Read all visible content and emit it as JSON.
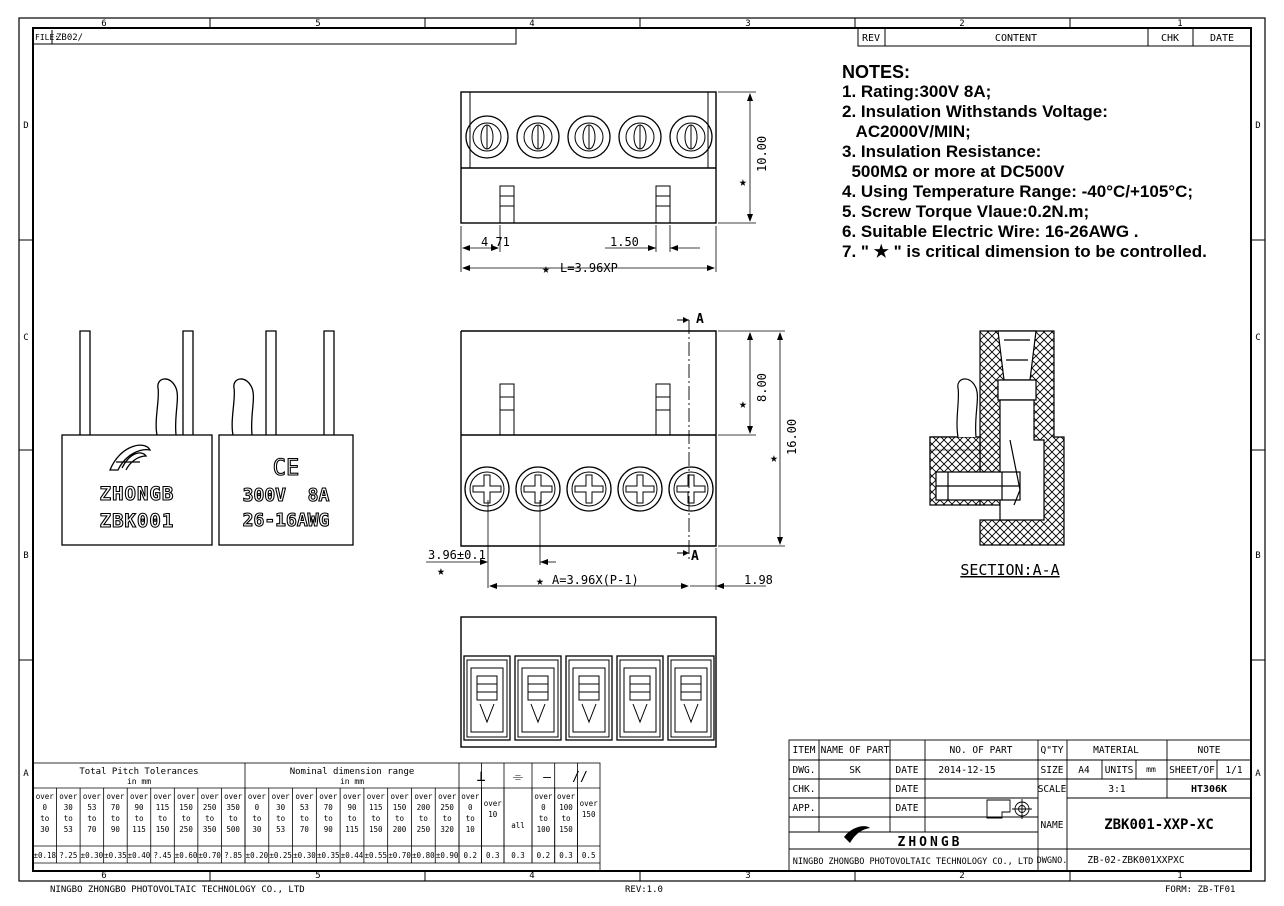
{
  "frame": {
    "columns": [
      "6",
      "5",
      "4",
      "3",
      "2",
      "1"
    ],
    "rows": [
      "D",
      "C",
      "B",
      "A"
    ]
  },
  "file_box": {
    "label": "FILE:",
    "value": "ZB02/"
  },
  "revision_block": {
    "rev": "REV",
    "content": "CONTENT",
    "chk": "CHK",
    "date": "DATE"
  },
  "notes": {
    "title": "NOTES:",
    "lines": [
      "1. Rating:300V 8A;",
      "2. Insulation Withstands Voltage:",
      "   AC2000V/MIN;",
      "3. Insulation Resistance:",
      "  500MΩ or more at DC500V",
      "4. Using Temperature Range: -40°C/+105°C;",
      "5. Screw Torque Vlaue:0.2N.m;",
      "6. Suitable Electric Wire: 16-26AWG .",
      "7. \" ★ \" is critical dimension to be controlled."
    ]
  },
  "top_view": {
    "height_dim": "10.00",
    "left_dim": "4.71",
    "latch_dim": "1.50",
    "length_dim": "L=3.96XP"
  },
  "front_view": {
    "section_mark": "A",
    "upper_dim": "8.00",
    "total_dim": "16.00",
    "pitch_dim": "3.96±0.1",
    "span_dim": "A=3.96X(P-1)",
    "edge_dim": "1.98"
  },
  "side_labels": {
    "brand": "ZHONGB",
    "model": "ZBK001",
    "ce": "CE",
    "rating": "300V  8A",
    "awg": "26-16AWG"
  },
  "section_label": "SECTION:A-A",
  "star": "★",
  "tolerance_table": {
    "pitch_title": "Total Pitch Tolerances",
    "pitch_unit": "in mm",
    "nominal_title": "Nominal dimension range",
    "nominal_unit": "in mm",
    "symbols": [
      "⊥",
      "⌯",
      "—",
      "//"
    ],
    "pitch_ranges": [
      [
        "over",
        "0",
        "to",
        "30"
      ],
      [
        "over",
        "30",
        "to",
        "53"
      ],
      [
        "over",
        "53",
        "to",
        "70"
      ],
      [
        "over",
        "70",
        "to",
        "90"
      ],
      [
        "over",
        "90",
        "to",
        "115"
      ],
      [
        "over",
        "115",
        "to",
        "150"
      ],
      [
        "over",
        "150",
        "to",
        "250"
      ],
      [
        "over",
        "250",
        "to",
        "350"
      ],
      [
        "over",
        "350",
        "to",
        "500"
      ]
    ],
    "pitch_values": [
      "±0.18",
      "?.25",
      "±0.30",
      "±0.35",
      "±0.40",
      "?.45",
      "±0.60",
      "±0.70",
      "?.85"
    ],
    "nominal_ranges": [
      [
        "over",
        "0",
        "to",
        "30"
      ],
      [
        "over",
        "30",
        "to",
        "53"
      ],
      [
        "over",
        "53",
        "to",
        "70"
      ],
      [
        "over",
        "70",
        "to",
        "90"
      ],
      [
        "over",
        "90",
        "to",
        "115"
      ],
      [
        "over",
        "115",
        "to",
        "150"
      ],
      [
        "over",
        "150",
        "to",
        "200"
      ],
      [
        "over",
        "200",
        "to",
        "250"
      ],
      [
        "over",
        "250",
        "to",
        "320"
      ]
    ],
    "nominal_values": [
      "±0.20",
      "±0.25",
      "±0.30",
      "±0.35",
      "±0.44",
      "±0.55",
      "±0.70",
      "±0.80",
      "±0.90"
    ],
    "geo_ranges": [
      [
        "over",
        "0",
        "to",
        "10"
      ],
      [
        "over",
        "10"
      ],
      [
        "all"
      ],
      [
        "over",
        "0",
        "to",
        "100"
      ],
      [
        "over",
        "100",
        "to",
        "150"
      ],
      [
        "over",
        "150"
      ]
    ],
    "geo_values": [
      "0.2",
      "0.3",
      "0.3",
      "0.2",
      "0.3",
      "0.5"
    ]
  },
  "title_block": {
    "item": "ITEM",
    "name_of_part": "NAME OF PART",
    "no_of_part": "NO. OF PART",
    "qty": "Q\"TY",
    "material": "MATERIAL",
    "note": "NOTE",
    "dwg": "DWG.",
    "dwg_by": "SK",
    "date_label": "DATE",
    "date_value": "2014-12-15",
    "size_label": "SIZE",
    "size_value": "A4",
    "units_label": "UNITS",
    "units_value": "mm",
    "sheet_label": "SHEET/OF",
    "sheet_value": "1/1",
    "chk": "CHK.",
    "app": "APP.",
    "scale_label": "SCALE",
    "scale_value": "3:1",
    "material_value": "HT306K",
    "name_label": "NAME",
    "part_name": "ZBK001-XXP-XC",
    "logo_text": "ZHONGB",
    "company": "NINGBO ZHONGBO PHOTOVOLTAIC TECHNOLOGY CO., LTD",
    "dwgno_label": "DWGNO.",
    "dwgno_value": "ZB-02-ZBK001XXPXC"
  },
  "footer": {
    "company": "NINGBO ZHONGBO PHOTOVOLTAIC TECHNOLOGY CO., LTD",
    "rev": "REV:1.0",
    "form": "FORM: ZB-TF01"
  }
}
